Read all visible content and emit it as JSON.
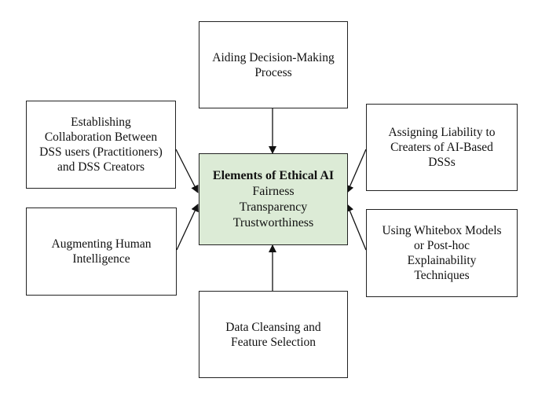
{
  "center": {
    "title": "Elements of Ethical AI",
    "items": [
      "Fairness",
      "Transparency",
      "Trustworthiness"
    ]
  },
  "boxes": {
    "top": [
      "Aiding Decision-Making",
      "Process"
    ],
    "left_top": [
      "Establishing",
      "Collaboration Between",
      "DSS users (Practitioners)",
      "and DSS Creators"
    ],
    "left_bottom": [
      "Augmenting Human",
      "Intelligence"
    ],
    "right_top": [
      "Assigning Liability to",
      "Creaters of AI-Based",
      "DSSs"
    ],
    "right_bottom": [
      "Using Whitebox Models",
      "or Post-hoc",
      "Explainability",
      "Techniques"
    ],
    "bottom": [
      "Data Cleansing and",
      "Feature Selection"
    ]
  },
  "colors": {
    "center_fill": "#dcebd6",
    "stroke": "#222222"
  }
}
